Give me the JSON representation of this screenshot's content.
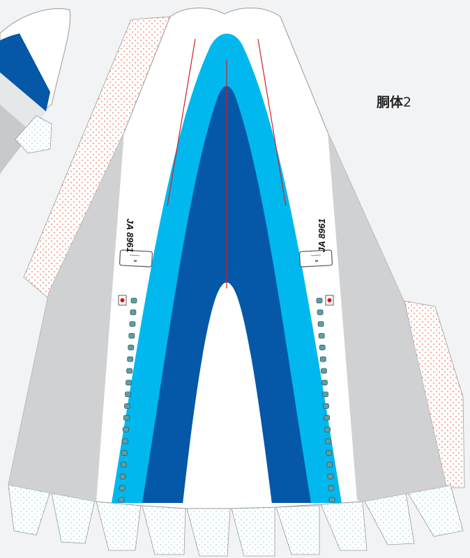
{
  "part_label": {
    "name": "胴体",
    "number": "2"
  },
  "registration": "JA 8961",
  "window_count": 18,
  "colors": {
    "background": "#f2f3f4",
    "fuselage_white": "#ffffff",
    "outline_grey": "#9a9a9a",
    "light_blue": "#00b8ee",
    "dark_blue": "#0558a8",
    "side_grey": "#d0d1d3",
    "center_line_red": "#d0202a",
    "tab_dot_red": "#f07050",
    "tab_dot_cyan": "#7fd4e0",
    "window_fill": "#5e9ea6"
  }
}
